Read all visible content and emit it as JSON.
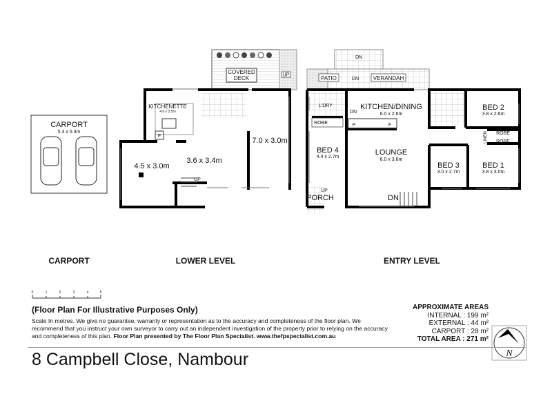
{
  "carport": {
    "title": "CARPORT",
    "size": "5.3 x 5.3m"
  },
  "lower_level": {
    "deck": "COVERED DECK",
    "deck_line1": "COVERED",
    "deck_line2": "DECK",
    "up1": "UP",
    "kitchenette": "KITCHENETTE",
    "kitchenette_size": "4.0 x 3.5m",
    "fridge": "F",
    "room_a": "4.5 x 3.0m",
    "room_b": "3.6 x 3.4m",
    "room_c": "7.0 x 3.0m",
    "up2": "UP"
  },
  "entry_level": {
    "stairs_dn": "DN",
    "patio": "PATIO",
    "patio_dn": "DN",
    "verandah": "VERANDAH",
    "laundry": "L'DRY",
    "laundry_dn": "DN",
    "kitchen": "KITCHEN/DINING",
    "kitchen_size": "6.0 x 2.6m",
    "pantry": "P",
    "fridge": "F",
    "bed2": "BED 2",
    "bed2_size": "3.8 x 2.6m",
    "robe_bed4": "ROBE",
    "robe1": "ROBE",
    "robe2": "ROBE",
    "linen": "LINEN",
    "bed4": "BED 4",
    "bed4_size": "4.4 x 2.7m",
    "lounge": "LOUNGE",
    "lounge_size": "6.0 x 3.6m",
    "bed3": "BED 3",
    "bed3_size": "3.0 x 2.7m",
    "bed1": "BED 1",
    "bed1_size": "3.8 x 3.0m",
    "porch_up": "UP",
    "porch": "PORCH",
    "front_dn": "DN"
  },
  "level_labels": {
    "carport": "CARPORT",
    "lower": "LOWER LEVEL",
    "entry": "ENTRY LEVEL"
  },
  "scale": {
    "ticks": [
      "0",
      "1",
      "2",
      "3",
      "4",
      "5"
    ]
  },
  "disclaimer": {
    "title": "(Floor Plan For Illustrative Purposes Only)",
    "body": "Scale In metres. We give no guarantee, warranty or representation as to the accuracy and completeness of the floor plan. We recommend that you instruct your own surveyor to carry out an independent investigation of the property prior to relying on the accuracy and completeness of this plan.",
    "credit": "Floor Plan presented by The Floor Plan Specialist. www.thefpspecialist.com.au"
  },
  "areas": {
    "heading": "APPROXIMATE AREAS",
    "internal": "INTERNAL :  199 m²",
    "external": "EXTERNAL :  44 m²",
    "carport": "CARPORT :  28 m²",
    "total": "TOTAL AREA : 271 m²"
  },
  "compass": {
    "label": "N"
  },
  "address": "8 Campbell Close, Nambour"
}
